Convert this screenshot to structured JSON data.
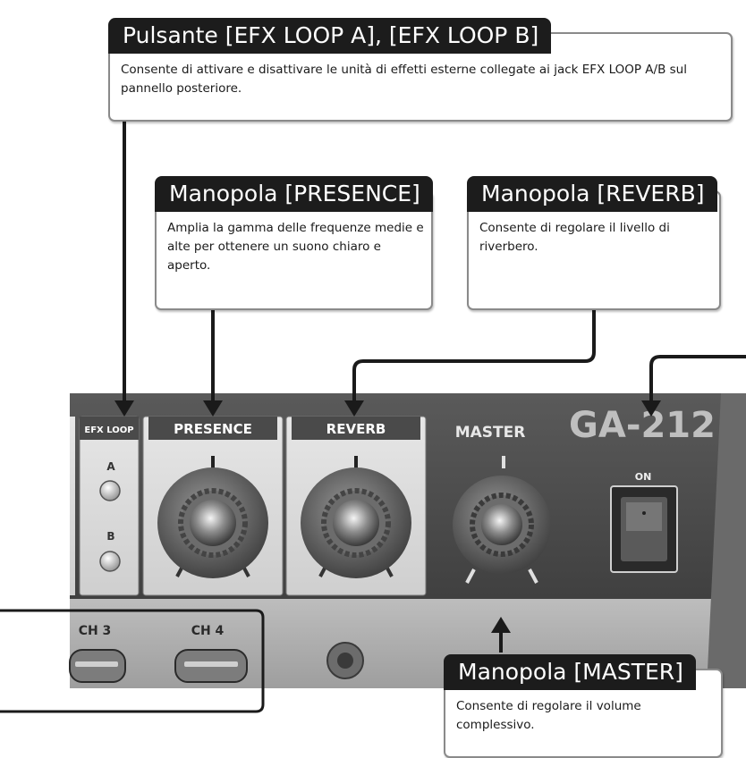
{
  "callouts": {
    "efx_loop": {
      "title": "Pulsante [EFX LOOP A], [EFX LOOP B]",
      "body": "Consente di attivare e disattivare le unità di effetti esterne collegate ai jack EFX LOOP A/B sul pannello posteriore."
    },
    "presence": {
      "title": "Manopola [PRESENCE]",
      "body": "Amplia la gamma delle frequenze medie e alte per ottenere un suono chiaro e aperto."
    },
    "reverb": {
      "title": "Manopola [REVERB]",
      "body": "Consente di regolare il livello di riverbero."
    },
    "master": {
      "title": "Manopola [MASTER]",
      "body": "Consente di regolare il volume complessivo."
    }
  },
  "panel": {
    "model": "GA-212",
    "efx_loop_label": "EFX LOOP",
    "button_a": "A",
    "button_b": "B",
    "presence_label": "PRESENCE",
    "reverb_label": "REVERB",
    "master_label": "MASTER",
    "power_label": "ON",
    "ch3_label": "CH 3",
    "ch4_label": "CH 4"
  },
  "colors": {
    "panel_dark": "#4a4a4a",
    "panel_light": "#d8d8d8",
    "callout_title_bg": "#1c1c1c",
    "callout_border": "#8a8a8a"
  }
}
